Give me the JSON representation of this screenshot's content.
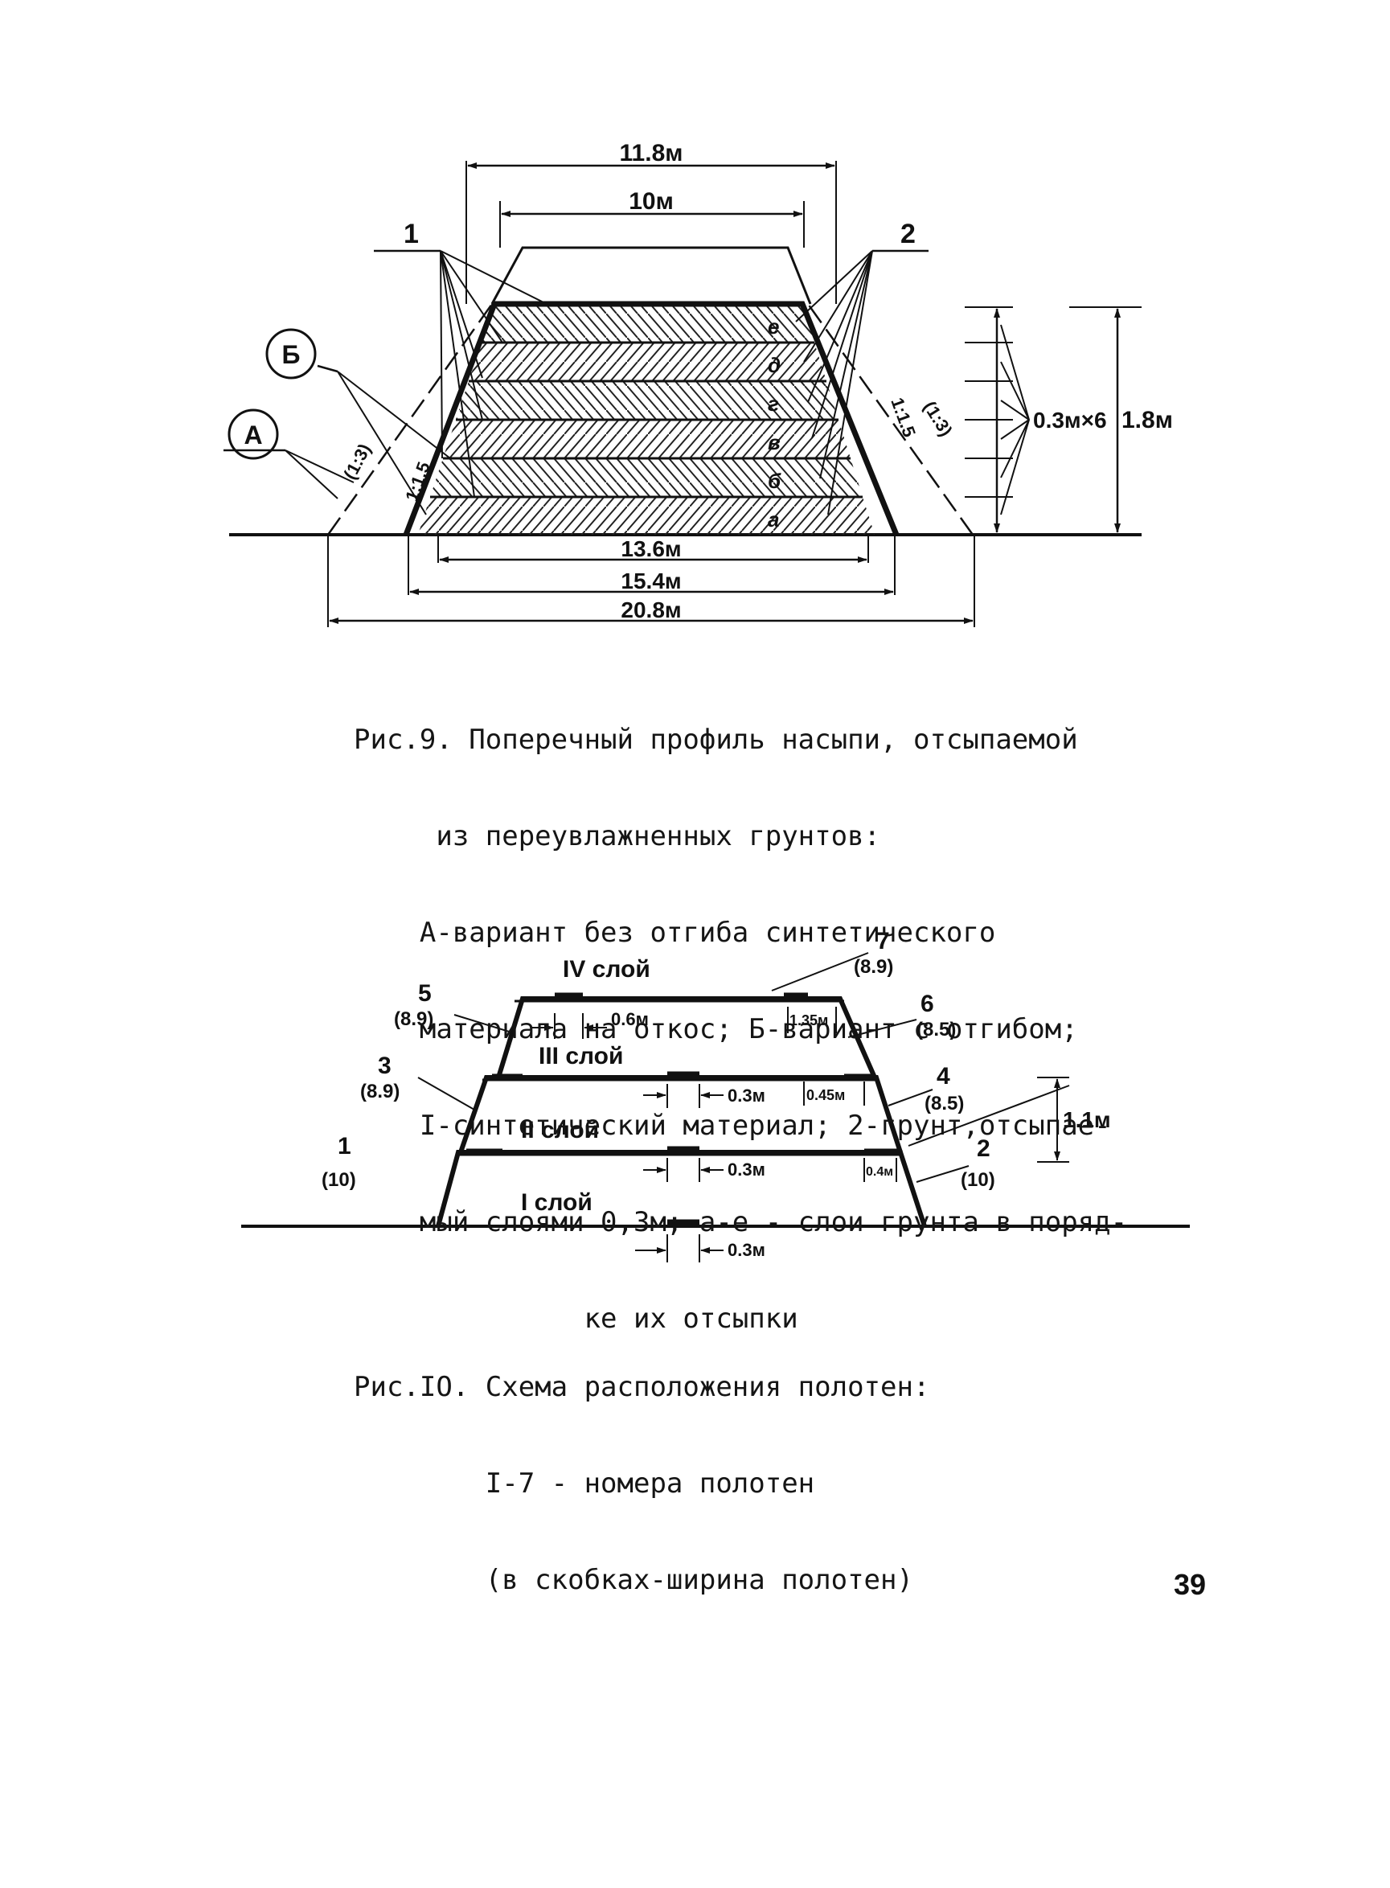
{
  "figure9": {
    "dimensions": {
      "top_outer": "11.8м",
      "top_inner": "10м",
      "base_1": "13.6м",
      "base_2": "15.4м",
      "base_3": "20.8м",
      "layers": "0.3м×6",
      "height": "1.8м"
    },
    "callouts": {
      "material": "1",
      "soil": "2",
      "variant_a": "А",
      "variant_b": "Б"
    },
    "slopes": {
      "left_inner": "1:1.5",
      "left_outer": "(1:3)",
      "right_inner": "1:1.5",
      "right_outer": "(1:3)"
    },
    "layer_letters": [
      "а",
      "б",
      "в",
      "г",
      "д",
      "е"
    ],
    "caption": {
      "lines": [
        "Рис.9. Поперечный профиль насыпи, отсыпаемой",
        "     из переувлажненных грунтов:",
        "    А-вариант без отгиба синтетического",
        "    материала на откос; Б-вариант с отгибом;",
        "    I-синтетический материал; 2-грунт,отсыпае-",
        "    мый слоями 0,3м; а-е - слои грунта в поряд-",
        "              ке их отсыпки"
      ]
    }
  },
  "figure10": {
    "layers": [
      "I слой",
      "II слой",
      "III слой",
      "IV слой"
    ],
    "sheets": [
      {
        "num": "1",
        "width": "(10)"
      },
      {
        "num": "2",
        "width": "(10)"
      },
      {
        "num": "3",
        "width": "(8.9)"
      },
      {
        "num": "4",
        "width": "(8.5)"
      },
      {
        "num": "5",
        "width": "(8.9)"
      },
      {
        "num": "6",
        "width": "(8.5)"
      },
      {
        "num": "7",
        "width": "(8.9)"
      }
    ],
    "dims": {
      "overlap_top": "0.6м",
      "right_top": "1.35м",
      "overlap_l3": "0.3м",
      "right_l3": "0.45м",
      "overlap_l2": "0.3м",
      "right_l2": "0.4м",
      "overlap_base": "0.3м",
      "height": "1.1м"
    },
    "caption": {
      "lines": [
        "Рис.IO. Схема расположения полотен:",
        "        I-7 - номера полотен",
        "        (в скобках-ширина полотен)"
      ]
    }
  },
  "page_number": "39"
}
